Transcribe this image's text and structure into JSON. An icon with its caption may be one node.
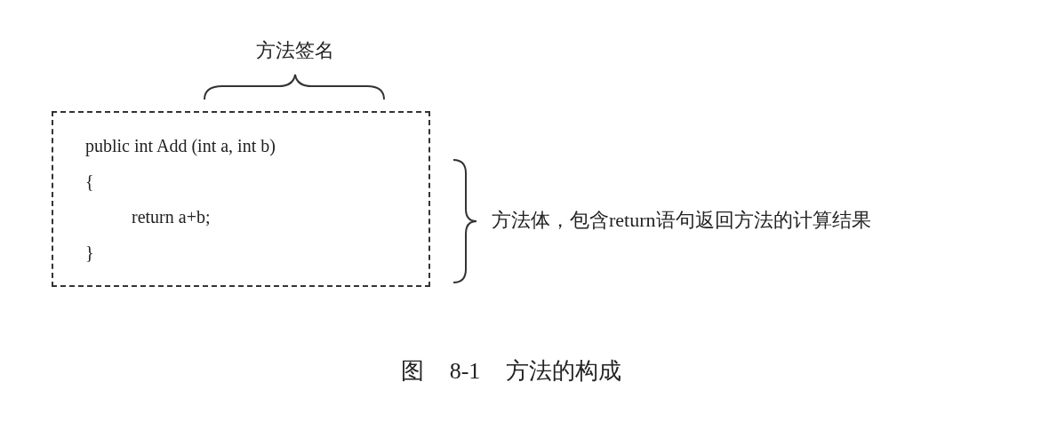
{
  "diagram": {
    "caption": "图 8-1 方法的构成",
    "nodes": [
      {
        "text": [
          "public int Add (int a, int b)",
          "{",
          "return a+b;",
          "}"
        ]
      }
    ],
    "edges": [],
    "labels": [
      "方法签名",
      "方法体，包含return语句返回方法的计算结果"
    ]
  }
}
